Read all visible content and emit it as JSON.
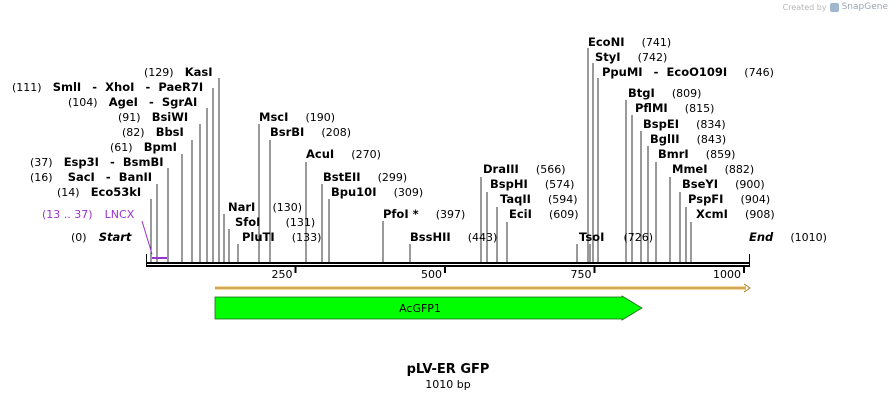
{
  "credit": {
    "prefix": "Created by",
    "brand": "SnapGene"
  },
  "map": {
    "title": "pLV-ER GFP",
    "subtitle": "1010 bp",
    "length": 1010,
    "ticks": [
      250,
      500,
      750,
      1000
    ],
    "start": {
      "label": "Start",
      "pos": "(0)"
    },
    "end": {
      "label": "End",
      "pos": "(1010)"
    },
    "primer": {
      "label": "LNCX",
      "range": "(13 .. 37)"
    },
    "feature": {
      "label": "AcGFP1",
      "start": 115,
      "end": 832,
      "color": "#00ff00"
    },
    "feature_bar": {
      "start": 115,
      "end": 1010
    }
  },
  "enzymes": {
    "left": [
      {
        "pos": "(111)",
        "names": [
          "SmlI",
          "XhoI",
          "PaeR7I"
        ]
      },
      {
        "pos": "(129)",
        "names": [
          "KasI"
        ]
      },
      {
        "pos": "(104)",
        "names": [
          "AgeI",
          "SgrAI"
        ]
      },
      {
        "pos": "(91)",
        "names": [
          "BsiWI"
        ]
      },
      {
        "pos": "(82)",
        "names": [
          "BbsI"
        ]
      },
      {
        "pos": "(61)",
        "names": [
          "BpmI"
        ]
      },
      {
        "pos": "(37)",
        "names": [
          "Esp3I",
          "BsmBI"
        ]
      },
      {
        "pos": "(16)",
        "names": [
          "SacI",
          "BanII"
        ]
      },
      {
        "pos": "(14)",
        "names": [
          "Eco53kI"
        ]
      }
    ],
    "middle": [
      {
        "names": [
          "MscI"
        ],
        "pos": "(190)"
      },
      {
        "names": [
          "BsrBI"
        ],
        "pos": "(208)"
      },
      {
        "names": [
          "AcuI"
        ],
        "pos": "(270)"
      },
      {
        "names": [
          "BstEII"
        ],
        "pos": "(299)"
      },
      {
        "names": [
          "Bpu10I"
        ],
        "pos": "(309)"
      },
      {
        "names": [
          "PfoI *"
        ],
        "pos": "(397)"
      },
      {
        "names": [
          "BssHII"
        ],
        "pos": "(443)"
      },
      {
        "names": [
          "NarI"
        ],
        "pos": "(130)"
      },
      {
        "names": [
          "SfoI"
        ],
        "pos": "(131)"
      },
      {
        "names": [
          "PluTI"
        ],
        "pos": "(133)"
      }
    ],
    "right": [
      {
        "names": [
          "EcoNI"
        ],
        "pos": "(741)"
      },
      {
        "names": [
          "StyI"
        ],
        "pos": "(742)"
      },
      {
        "names": [
          "PpuMI",
          "EcoO109I"
        ],
        "pos": "(746)"
      },
      {
        "names": [
          "BtgI"
        ],
        "pos": "(809)"
      },
      {
        "names": [
          "PflMI"
        ],
        "pos": "(815)"
      },
      {
        "names": [
          "BspEI"
        ],
        "pos": "(834)"
      },
      {
        "names": [
          "BglII"
        ],
        "pos": "(843)"
      },
      {
        "names": [
          "BmrI"
        ],
        "pos": "(859)"
      },
      {
        "names": [
          "MmeI"
        ],
        "pos": "(882)"
      },
      {
        "names": [
          "BseYI"
        ],
        "pos": "(900)"
      },
      {
        "names": [
          "PspFI"
        ],
        "pos": "(904)"
      },
      {
        "names": [
          "XcmI"
        ],
        "pos": "(908)"
      },
      {
        "names": [
          "DraIII"
        ],
        "pos": "(566)"
      },
      {
        "names": [
          "BspHI"
        ],
        "pos": "(574)"
      },
      {
        "names": [
          "TaqII"
        ],
        "pos": "(594)"
      },
      {
        "names": [
          "EciI"
        ],
        "pos": "(609)"
      },
      {
        "names": [
          "TsoI"
        ],
        "pos": "(726)"
      }
    ]
  },
  "colors": {
    "backbone": "#000000",
    "feature_bar": "#f5d89a",
    "feature_bar_edge": "#b07a1a",
    "primer": "#9933cc",
    "feature_arrow": "#00ff00"
  }
}
